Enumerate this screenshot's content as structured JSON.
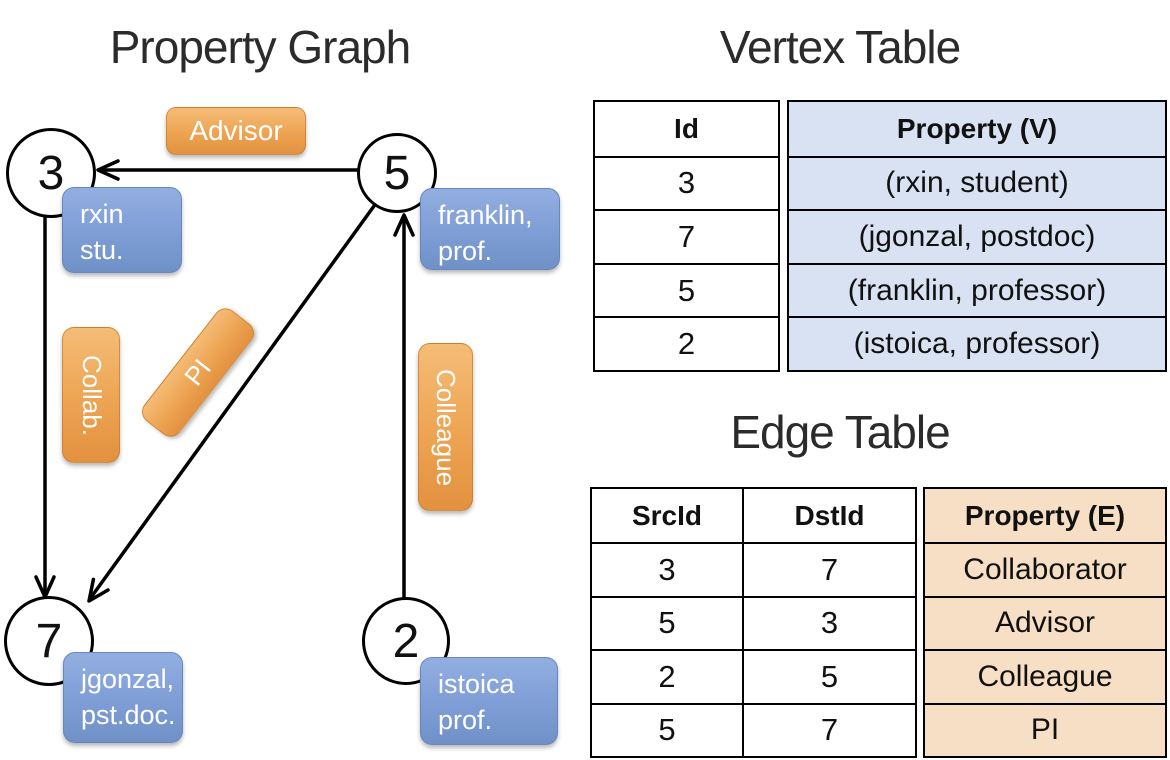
{
  "titles": {
    "graph": "Property Graph",
    "vertex_table": "Vertex Table",
    "edge_table": "Edge Table"
  },
  "graph": {
    "nodes": {
      "n3": {
        "id": "3",
        "label_line1": "rxin",
        "label_line2": "stu."
      },
      "n5": {
        "id": "5",
        "label_line1": "franklin,",
        "label_line2": "prof."
      },
      "n7": {
        "id": "7",
        "label_line1": "jgonzal,",
        "label_line2": "pst.doc."
      },
      "n2": {
        "id": "2",
        "label_line1": "istoica",
        "label_line2": "prof."
      }
    },
    "edge_labels": {
      "advisor": "Advisor",
      "collab": "Collab.",
      "pi": "PI",
      "colleague": "Colleague"
    },
    "edges": [
      {
        "src": "5",
        "dst": "3",
        "label": "Advisor"
      },
      {
        "src": "3",
        "dst": "7",
        "label": "Collab."
      },
      {
        "src": "5",
        "dst": "7",
        "label": "PI"
      },
      {
        "src": "2",
        "dst": "5",
        "label": "Colleague"
      }
    ]
  },
  "vertex_table": {
    "headers": {
      "id": "Id",
      "property": "Property (V)"
    },
    "rows": [
      {
        "id": "3",
        "property": "(rxin, student)"
      },
      {
        "id": "7",
        "property": "(jgonzal, postdoc)"
      },
      {
        "id": "5",
        "property": "(franklin, professor)"
      },
      {
        "id": "2",
        "property": "(istoica, professor)"
      }
    ]
  },
  "edge_table": {
    "headers": {
      "src": "SrcId",
      "dst": "DstId",
      "property": "Property (E)"
    },
    "rows": [
      {
        "src": "3",
        "dst": "7",
        "property": "Collaborator"
      },
      {
        "src": "5",
        "dst": "3",
        "property": "Advisor"
      },
      {
        "src": "2",
        "dst": "5",
        "property": "Colleague"
      },
      {
        "src": "5",
        "dst": "7",
        "property": "PI"
      }
    ]
  },
  "colors": {
    "vertex_property_fill": "#d8e2f2",
    "edge_property_fill": "#f6dfc4",
    "node_box_blue": "#7e9dd6",
    "edge_box_orange": "#eda452",
    "line_black": "#000000"
  }
}
